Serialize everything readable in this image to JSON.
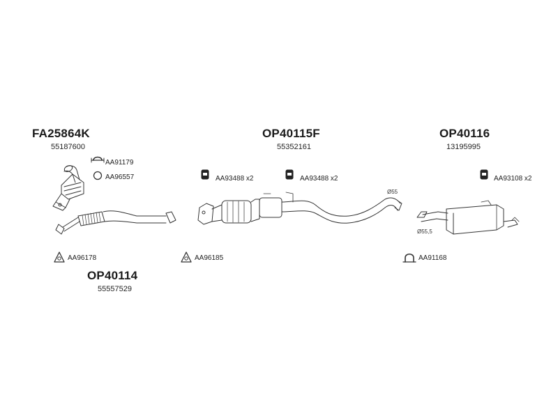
{
  "assemblies": [
    {
      "code": "FA25864K",
      "oem": "55187600"
    },
    {
      "code": "OP40115F",
      "oem": "55352161"
    },
    {
      "code": "OP40116",
      "oem": "13195995"
    },
    {
      "code": "OP40114",
      "oem": "55557529"
    }
  ],
  "accessories": [
    {
      "label": "AA91179",
      "icon": "clamp-icon"
    },
    {
      "label": "AA96557",
      "icon": "ring-gasket-icon"
    },
    {
      "label": "AA93488 x2",
      "icon": "rubber-mount-icon"
    },
    {
      "label": "AA93488 x2",
      "icon": "rubber-mount-icon"
    },
    {
      "label": "AA93108 x2",
      "icon": "rubber-mount-icon"
    },
    {
      "label": "AA96178",
      "icon": "triangle-gasket-icon"
    },
    {
      "label": "AA96185",
      "icon": "triangle-gasket-icon"
    },
    {
      "label": "AA91168",
      "icon": "u-clamp-icon"
    }
  ],
  "diameters": [
    "Ø55",
    "Ø55,5"
  ]
}
